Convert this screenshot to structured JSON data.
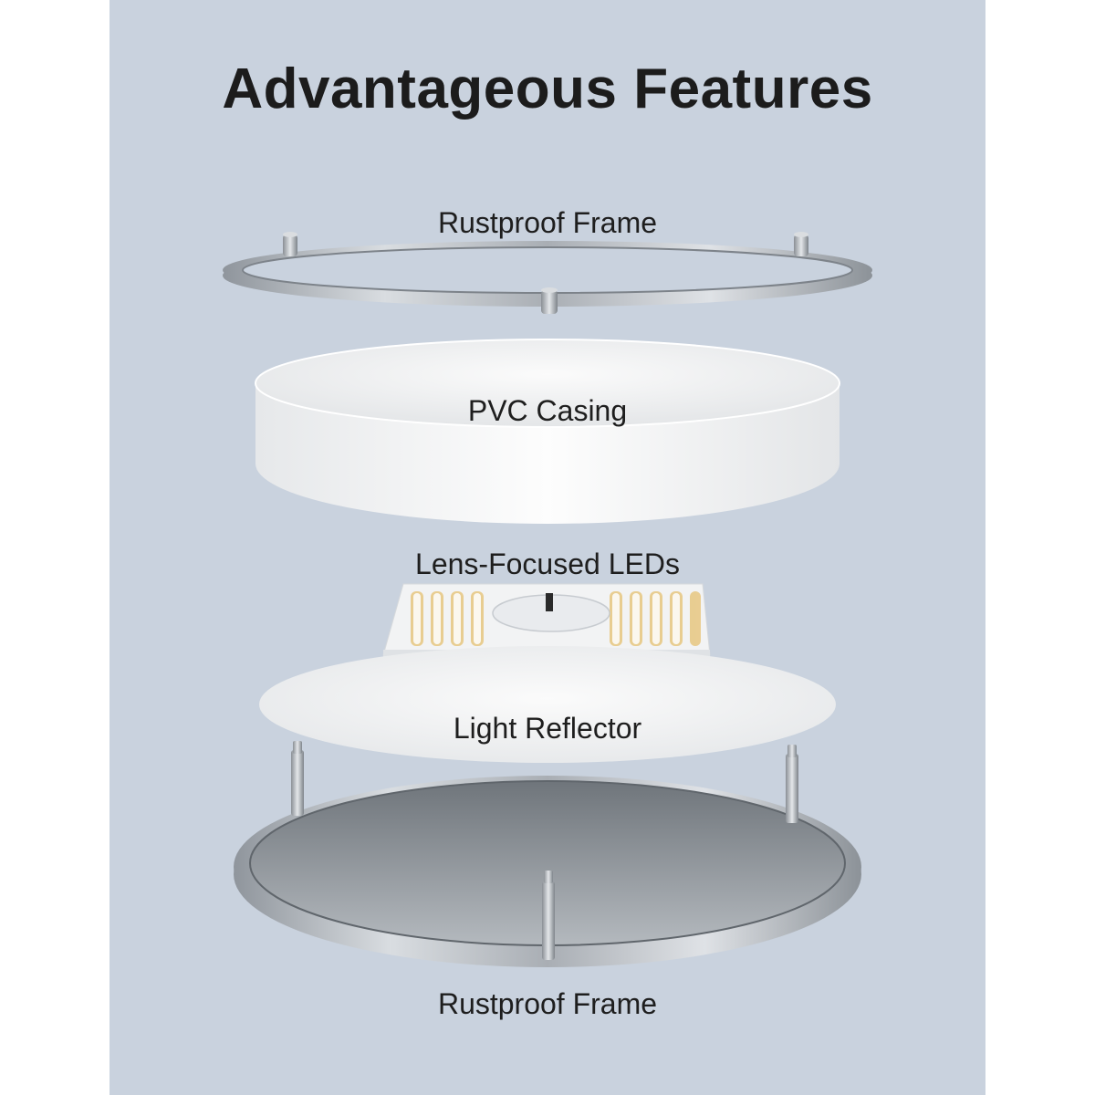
{
  "title": "Advantageous Features",
  "components": {
    "top_frame": "Rustproof Frame",
    "casing": "PVC Casing",
    "leds": "Lens-Focused LEDs",
    "reflector": "Light Reflector",
    "bottom_frame": "Rustproof Frame"
  },
  "colors": {
    "background": "#ffffff",
    "panel": "#c9d2de",
    "metal": "#b9bec4",
    "casing": "#f4f5f6",
    "text": "#1e1e1e"
  }
}
